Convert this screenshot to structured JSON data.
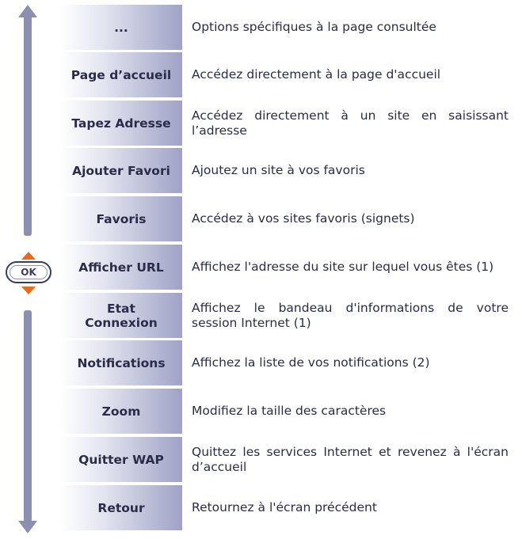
{
  "colors": {
    "track": "#8d8fb0",
    "ok_arrows": "#e86a1a",
    "text": "#2a2c4a"
  },
  "ok_button": {
    "label": "OK"
  },
  "rows": [
    {
      "label": "...",
      "desc": "Options spécifiques à la page consultée"
    },
    {
      "label": "Page d’accueil",
      "desc": "Accédez directement à la page d'accueil"
    },
    {
      "label": "Tapez Adresse",
      "desc": "Accédez directement à un site en saisissant l’adresse"
    },
    {
      "label": "Ajouter Favori",
      "desc": "Ajoutez un site à vos favoris"
    },
    {
      "label": "Favoris",
      "desc": "Accédez à vos sites favoris (signets)"
    },
    {
      "label": "Afficher URL",
      "desc": "Affichez l'adresse du site sur lequel vous êtes (1)"
    },
    {
      "label": "Etat\nConnexion",
      "desc": "Affichez le bandeau d'informations de votre session Internet (1)"
    },
    {
      "label": "Notifications",
      "desc": "Affichez la liste de vos notifications (2)"
    },
    {
      "label": "Zoom",
      "desc": "Modifiez la taille des caractères"
    },
    {
      "label": "Quitter WAP",
      "desc": "Quittez les services Internet et revenez à l'écran d’accueil"
    },
    {
      "label": "Retour",
      "desc": "Retournez à l'écran précédent"
    }
  ]
}
